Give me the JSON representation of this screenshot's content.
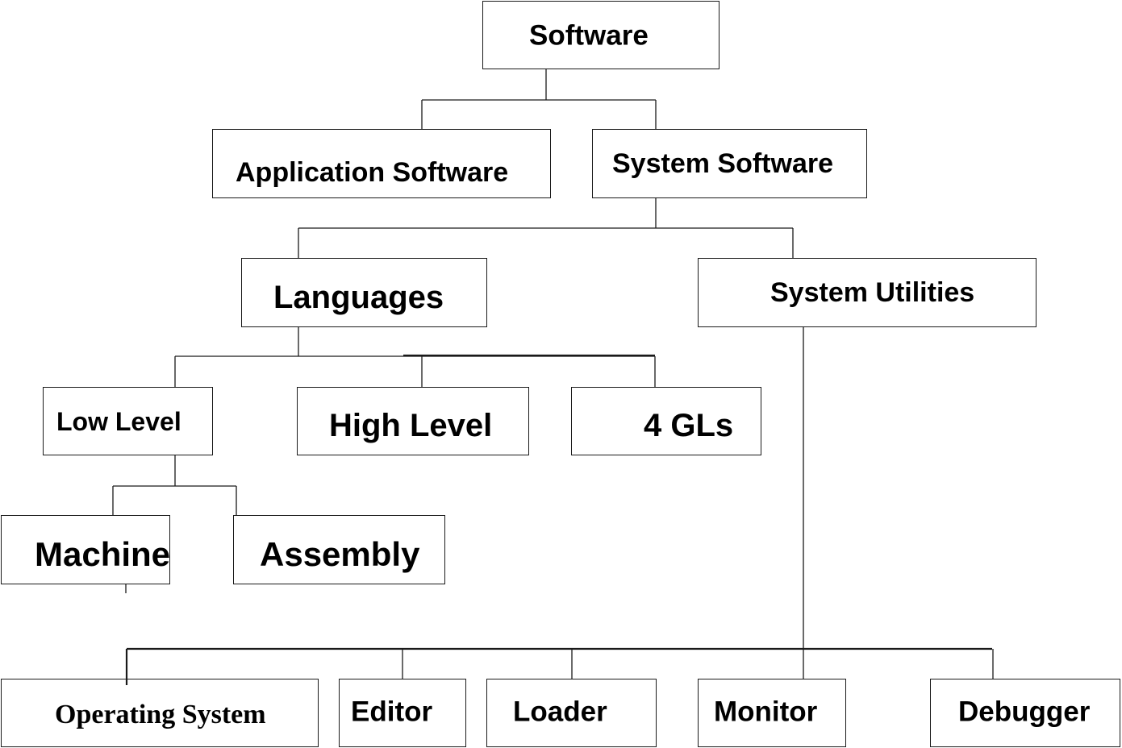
{
  "nodes": {
    "software": "Software",
    "application_software": "Application Software",
    "system_software": "System Software",
    "languages": "Languages",
    "system_utilities": "System Utilities",
    "low_level": "Low Level",
    "high_level": "High Level",
    "fourth_gen": "4 GLs",
    "machine": "Machine",
    "assembly": "Assembly",
    "operating_system": "Operating System",
    "editor": "Editor",
    "loader": "Loader",
    "monitor": "Monitor",
    "debugger": "Debugger"
  }
}
